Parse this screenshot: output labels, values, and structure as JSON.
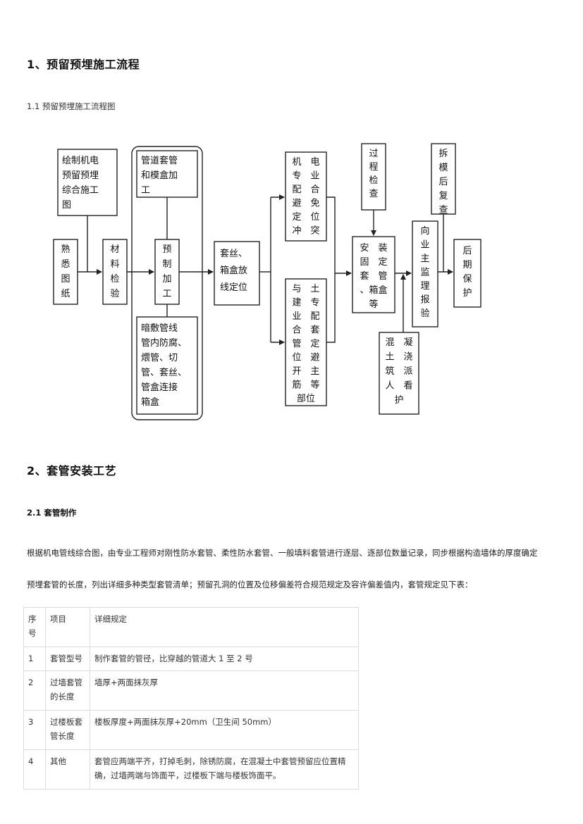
{
  "sections": {
    "s1_title": "1、预留预埋施工流程",
    "s1_1_title": "1.1 预留预埋施工流程图",
    "s2_title": "2、套管安装工艺",
    "s2_1_title": "2.1 套管制作",
    "para_line1": "根据机电管线综合图，由专业工程师对刚性防水套管、柔性防水套管、一般填料套管进行逐层、逐部位数量记录，同步根据构造墙体的厚度确定",
    "para_line2": "预埋套管的长度，列出详细多种类型套管清单；预留孔洞的位置及位移偏差符合规范规定及容许偏差值内，套管规定见下表："
  },
  "flowchart": {
    "box_drawing": [
      "绘制机电",
      "预留预埋",
      "综合施工",
      "图"
    ],
    "box_familiar": [
      "熟",
      "悉",
      "图",
      "纸"
    ],
    "box_material": [
      "材",
      "料",
      "检",
      "验"
    ],
    "box_pipe_sleeve": [
      "管道套管",
      "和模盒加",
      "工"
    ],
    "box_prefab": [
      "预",
      "制",
      "加",
      "工"
    ],
    "box_concealed": [
      "暗敷管线",
      "管内防腐、",
      "煨管、切",
      "管、套丝、",
      "管盒连接",
      "箱盒"
    ],
    "box_thread": [
      "套丝、",
      "箱盒放",
      "线定位"
    ],
    "box_electrical": [
      "机　电",
      "专　业",
      "配　合",
      "避　免",
      "定　位",
      "冲　突"
    ],
    "box_civil": [
      "与　土",
      "建　专",
      "业　配",
      "合　套",
      "管　定",
      "位　避",
      "开　主",
      "筋　等",
      "部位"
    ],
    "box_install": [
      "安　装",
      "固　定",
      "套　管",
      "、箱盒",
      "等"
    ],
    "box_process": [
      "过",
      "程",
      "检",
      "查"
    ],
    "box_concrete": [
      "混　凝",
      "土　浇",
      "筑　派",
      "人　看",
      "护"
    ],
    "box_report": [
      "向",
      "业",
      "主",
      "监",
      "理",
      "报",
      "验"
    ],
    "box_recheck": [
      "拆",
      "模",
      "后",
      "复",
      "查"
    ],
    "box_later": [
      "后",
      "期",
      "保",
      "护"
    ]
  },
  "table": {
    "headers": [
      "序号",
      "项目",
      "详细规定"
    ],
    "rows": [
      [
        "1",
        "套管型号",
        "制作套管的管径，比穿越的管道大 1 至 2 号"
      ],
      [
        "2",
        "过墙套管的长度",
        "墙厚+两面抹灰厚"
      ],
      [
        "3",
        "过楼板套管长度",
        "楼板厚度+两面抹灰厚+20mm（卫生间 50mm）"
      ],
      [
        "4",
        "其他",
        "套管应两端平齐，打掉毛刺，除锈防腐，在混凝土中套管预留应位置精确，过墙两端与饰面平，过楼板下端与楼板饰面平。"
      ]
    ]
  }
}
